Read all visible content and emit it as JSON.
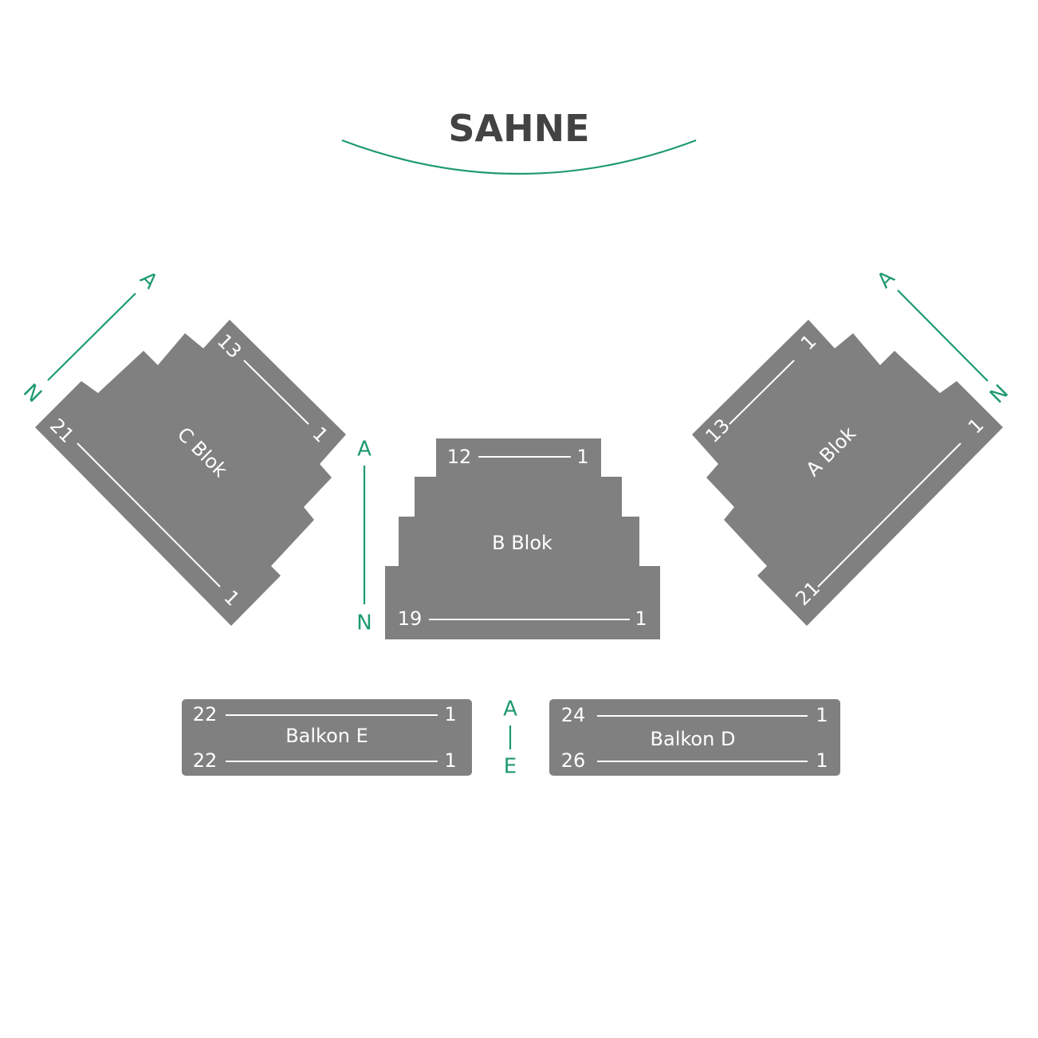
{
  "stage": {
    "label": "SAHNE"
  },
  "blocks": {
    "c": {
      "name": "C Blok",
      "row_top_start": "13",
      "row_top_end": "1",
      "row_bottom_start": "21",
      "row_bottom_end": "1",
      "range_from": "A",
      "range_to": "N"
    },
    "b": {
      "name": "B Blok",
      "row_top_start": "12",
      "row_top_end": "1",
      "row_bottom_start": "19",
      "row_bottom_end": "1",
      "range_from": "A",
      "range_to": "N"
    },
    "a": {
      "name": "A Blok",
      "row_top_start": "13",
      "row_top_end": "1",
      "row_bottom_start": "21",
      "row_bottom_end": "1",
      "range_from": "A",
      "range_to": "N"
    },
    "balkon_e": {
      "name": "Balkon E",
      "row1_start": "22",
      "row1_end": "1",
      "row2_start": "22",
      "row2_end": "1"
    },
    "balkon_d": {
      "name": "Balkon D",
      "row1_start": "24",
      "row1_end": "1",
      "row2_start": "26",
      "row2_end": "1"
    }
  },
  "balkon_rows": {
    "from": "A",
    "to": "E"
  },
  "colors": {
    "block_fill": "#808080",
    "accent": "#1e9a6e",
    "title": "#434343",
    "background": "#ffffff"
  }
}
